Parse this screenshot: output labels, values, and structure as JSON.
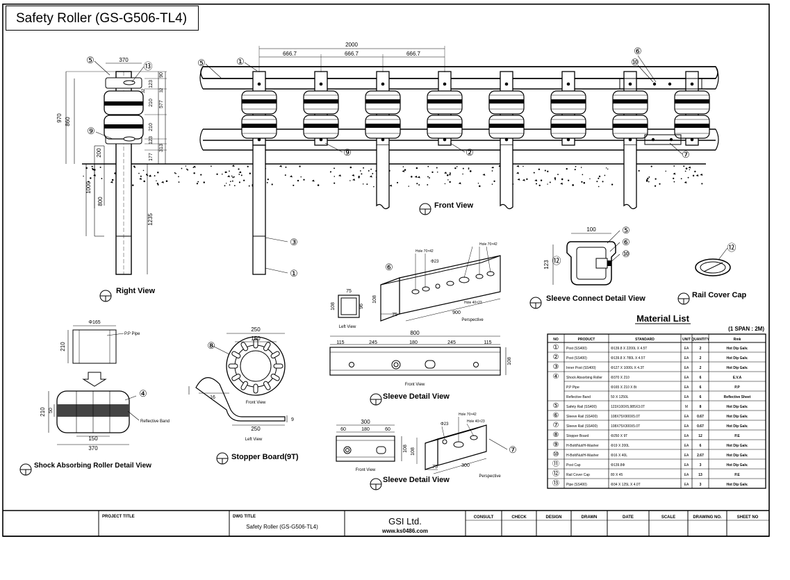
{
  "title": "Safety Roller (GS-G506-TL4)",
  "views": {
    "right": "Right View",
    "front": "Front View",
    "sleeve_connect": "Sleeve Connect Detail View",
    "rail_cover": "Rail Cover Cap",
    "shock_roller": "Shock Absorbing Roller Detail View",
    "stopper": "Stopper Board(9T)",
    "sleeve_detail_1": "Sleeve Detail View",
    "sleeve_detail_2": "Sleeve Detail View"
  },
  "dims": {
    "d2000": "2000",
    "d666a": "666.7",
    "d666b": "666.7",
    "d666c": "666.7",
    "d370": "370",
    "d970": "970",
    "d860": "860",
    "d1000": "1000",
    "d800": "800",
    "d1235": "1235",
    "d200": "200",
    "d177": "177",
    "d313": "313",
    "d577": "577",
    "d210a": "210",
    "d210b": "210",
    "d123a": "123",
    "d123b": "123",
    "d90": "90",
    "d32a": "32",
    "d32b": "32",
    "d100": "100",
    "d123c": "123",
    "phi165": "Φ165",
    "d210c": "210",
    "pp_pipe": "P.P Pipe",
    "d210d": "210",
    "d50": "50",
    "d150a": "150",
    "d370b": "370",
    "reflective": "Reflective Band",
    "d250a": "250",
    "d150b": "150",
    "d250b": "250",
    "d16": "16",
    "d9": "9",
    "sb_front": "Front View",
    "sb_left": "Left View",
    "hole7042a": "Hole 70×42",
    "hole7042b": "Hole 70×42",
    "phi23a": "Φ23",
    "hole4023a": "Hole 40×23",
    "d75a": "75",
    "d108a": "108",
    "d96": "96",
    "d75b": "75",
    "d900": "900",
    "left_view": "Left View",
    "perspective1": "Perspective",
    "d800b": "800",
    "d115a": "115",
    "d245a": "245",
    "d180a": "180",
    "d245b": "245",
    "d115b": "115",
    "d108b": "108",
    "front_view_s": "Front View",
    "d300a": "300",
    "d60a": "60",
    "d180b": "180",
    "d60b": "60",
    "d108c": "108",
    "front_view_s2": "Front View",
    "phi23b": "Φ23",
    "hole7042c": "Hole 70×42",
    "hole4023b": "Hole 40×23",
    "d108d": "108",
    "d75c": "75",
    "d300b": "300",
    "perspective2": "Perspective"
  },
  "callouts": {
    "right_5": "⑤",
    "right_13": "⑬",
    "right_9": "⑨",
    "front_1": "①",
    "front_5": "⑤",
    "front_6": "⑥",
    "front_10": "⑩",
    "front_9": "⑨",
    "front_2": "②",
    "front_7": "⑦",
    "front_3": "③",
    "front_1b": "①",
    "sleeve6": "⑥",
    "sleeve7": "⑦",
    "sc_5": "⑤",
    "sc_6": "⑥",
    "sc_10": "⑩",
    "sc_12": "⑫",
    "rc_12": "⑫",
    "roller_4": "④",
    "stopper_8": "⑧"
  },
  "material": {
    "title": "Material List",
    "span": "(1 SPAN : 2M)",
    "headers": [
      "NO",
      "PRODUCT",
      "STANDARD",
      "UNIT",
      "QUANTITY",
      "Rmk"
    ],
    "rows": [
      [
        "①",
        "Post (SS400)",
        "Φ139.8 X 2200L X 4.5T",
        "EA",
        "2",
        "Hot Dip Galv."
      ],
      [
        "②",
        "Post (SS400)",
        "Φ139.8 X 780L X 4.5T",
        "EA",
        "2",
        "Hot Dip Galv."
      ],
      [
        "③",
        "Inner Post (SS400)",
        "Φ127 X 1000L X 4.3T",
        "EA",
        "2",
        "Hot Dip Galv."
      ],
      [
        "④",
        "Shock Absorbing Roller",
        "Φ370 X 210",
        "EA",
        "6",
        "E.V.A"
      ],
      [
        "",
        "P.P Pipe",
        "Φ165 X 210 X 8t",
        "EA",
        "6",
        "P.P"
      ],
      [
        "",
        "Reflective Band",
        "50 X 1250L",
        "EA",
        "6",
        "Reflective Sheet"
      ],
      [
        "⑤",
        "Safety Rail (SS400)",
        "123X100X5,985X3.0T",
        "M",
        "8",
        "Hot Dip Galv."
      ],
      [
        "⑥",
        "Sleeve Rail (SS400)",
        "108X75X900X5.0T",
        "EA",
        "0.67",
        "Hot Dip Galv."
      ],
      [
        "⑦",
        "Sleeve Rail (SS400)",
        "108X75X300X5.0T",
        "EA",
        "0.67",
        "Hot Dip Galv."
      ],
      [
        "⑧",
        "Stopper Board",
        "Φ250 X 9T",
        "EA",
        "12",
        "P.E"
      ],
      [
        "⑨",
        "H-Bolt/Nut/H-Washer",
        "Φ19 X 200L",
        "EA",
        "6",
        "Hot Dip Galv."
      ],
      [
        "⑩",
        "H-Bolt/Nut/H-Washer",
        "Φ16 X 40L",
        "EA",
        "2.67",
        "Hot Dip Galv."
      ],
      [
        "⑪",
        "Post Cap",
        "Φ139.8Φ",
        "EA",
        "3",
        "Hot Dip Galv."
      ],
      [
        "⑫",
        "Rail Cover Cap",
        "80 X 45",
        "EA",
        "13",
        "P.E"
      ],
      [
        "⑬",
        "Pipe (SS400)",
        "Φ34 X 125L X 4.0T",
        "EA",
        "3",
        "Hot Dip Galv."
      ]
    ]
  },
  "title_block": {
    "project_title": "PROJECT TITLE",
    "dwg_title": "DWG TITLE",
    "dwg_value": "Safety Roller (GS-G506-TL4)",
    "company": "GSI Ltd.",
    "website": "www.ks0486.com",
    "consult": "CONSULT",
    "check": "CHECK",
    "design": "DESIGN",
    "drawn": "DRAWN",
    "date": "DATE",
    "scale": "SCALE",
    "drawing_no": "DRAWING NO.",
    "sheet_no": "SHEET NO"
  }
}
